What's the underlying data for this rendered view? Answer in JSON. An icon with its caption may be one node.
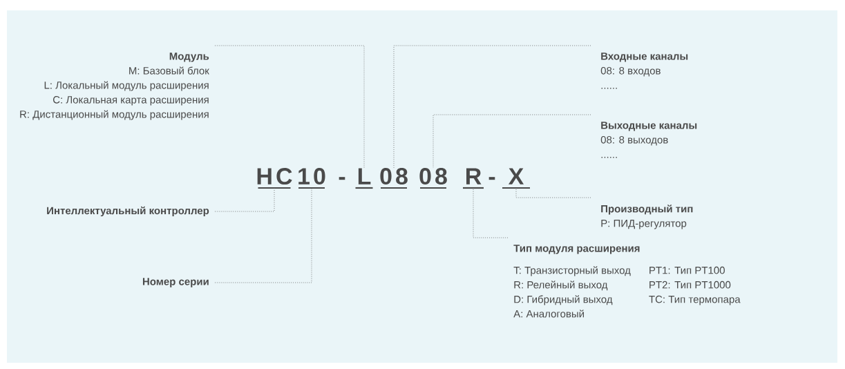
{
  "diagram": {
    "nodes": [
      {
        "text": [
          "Модуль",
          "M: Базовый блок",
          "L: Локальный модуль расширения",
          "C: Локальная карта расширения",
          "R: Дистанционный модуль расширения"
        ]
      },
      {
        "text": [
          "Входные каналы",
          "08: 8 входов",
          "......"
        ]
      },
      {
        "text": [
          "Выходные каналы",
          "08: 8 выходов",
          "......"
        ]
      },
      {
        "text": [
          "HC"
        ]
      },
      {
        "text": [
          "10"
        ]
      },
      {
        "text": [
          "L"
        ]
      },
      {
        "text": [
          "08"
        ]
      },
      {
        "text": [
          "08"
        ]
      },
      {
        "text": [
          "R"
        ]
      },
      {
        "text": [
          "X"
        ]
      },
      {
        "text": [
          "Интеллектуальный контроллер"
        ]
      },
      {
        "text": [
          "Производный тип",
          "P: ПИД-регулятор"
        ]
      },
      {
        "text": [
          "Тип модуля расширения",
          "T: Транзисторный выход",
          "R: Релейный выход",
          "D: Гибридный выход",
          "A: Аналоговый",
          "PT1: Тип PT100",
          "PT2: Тип PT1000",
          "TC: Тип термопара"
        ]
      },
      {
        "text": [
          "Номер серии"
        ]
      }
    ],
    "edges": [
      {
        "from": 0,
        "to": 5,
        "arrow": "none"
      },
      {
        "from": 1,
        "to": 6,
        "arrow": "none"
      },
      {
        "from": 2,
        "to": 7,
        "arrow": "none"
      },
      {
        "from": 10,
        "to": 3,
        "arrow": "none"
      },
      {
        "from": 11,
        "to": 9,
        "arrow": "none"
      },
      {
        "from": 12,
        "to": 8,
        "arrow": "none"
      },
      {
        "from": 13,
        "to": 4,
        "arrow": "none"
      }
    ],
    "labels": [
      "-",
      "-"
    ]
  }
}
